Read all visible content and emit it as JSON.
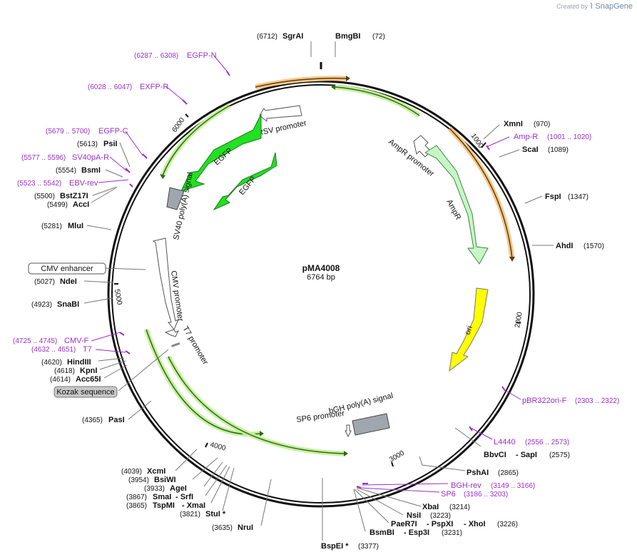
{
  "branding": {
    "created_by": "Created by",
    "product": "SnapGene",
    "logo_icon": "snapgene-logo-icon"
  },
  "plasmid": {
    "name": "pMA4008",
    "length_label": "6764 bp"
  },
  "ticks": [
    "1000",
    "2000",
    "3000",
    "4000",
    "5000",
    "6000"
  ],
  "enzymes": [
    {
      "pos": "(6712)",
      "name": "SgrAI"
    },
    {
      "pos": "(72)",
      "name": "BmgBI"
    },
    {
      "pos": "(970)",
      "name": "XmnI"
    },
    {
      "pos": "(1089)",
      "name": "ScaI"
    },
    {
      "pos": "(1347)",
      "name": "FspI"
    },
    {
      "pos": "(1570)",
      "name": "AhdI"
    },
    {
      "pos": "(2575)",
      "name": "BbvCI"
    },
    {
      "pos": "(2865)",
      "name": "PshAI"
    },
    {
      "pos": "(3214)",
      "name": "XbaI"
    },
    {
      "pos": "(3223)",
      "name": "NsiI"
    },
    {
      "pos": "(3226)",
      "name": "PaeR7I"
    },
    {
      "pos": "(3231)",
      "name": "BsmBI"
    },
    {
      "pos": "(3377)",
      "name": "BspEI *"
    },
    {
      "pos": "(3635)",
      "name": "NruI"
    },
    {
      "pos": "(3821)",
      "name": "StuI *"
    },
    {
      "pos": "(3865)",
      "name": "TspMI"
    },
    {
      "pos": "(3867)",
      "name": "SmaI"
    },
    {
      "pos": "(3933)",
      "name": "AgeI"
    },
    {
      "pos": "(3954)",
      "name": "BsiWI"
    },
    {
      "pos": "(4039)",
      "name": "XcmI"
    },
    {
      "pos": "(4365)",
      "name": "PasI"
    },
    {
      "pos": "(4614)",
      "name": "Acc65I"
    },
    {
      "pos": "(4618)",
      "name": "KpnI"
    },
    {
      "pos": "(4620)",
      "name": "HindIII"
    },
    {
      "pos": "(4923)",
      "name": "SnaBI"
    },
    {
      "pos": "(5027)",
      "name": "NdeI"
    },
    {
      "pos": "(5281)",
      "name": "MluI"
    },
    {
      "pos": "(5499)",
      "name": "AccI"
    },
    {
      "pos": "(5500)",
      "name": "BstZ17I"
    },
    {
      "pos": "(5554)",
      "name": "BsmI"
    },
    {
      "pos": "(5613)",
      "name": "PsiI"
    }
  ],
  "enzyme_extras": [
    {
      "name": "- SapI"
    },
    {
      "name": "- PspXI"
    },
    {
      "name": "- XhoI"
    },
    {
      "name": "- Esp3I"
    },
    {
      "name": "- XmaI"
    },
    {
      "name": "- SrfI"
    }
  ],
  "primers": [
    {
      "range": "(6287 .. 6308)",
      "name": "EGFP-N"
    },
    {
      "range": "(6028 .. 6047)",
      "name": "EXFP-R"
    },
    {
      "range": "(5679 .. 5700)",
      "name": "EGFP-C"
    },
    {
      "range": "(5577 .. 5596)",
      "name": "SV40pA-R"
    },
    {
      "range": "(5523 .. 5542)",
      "name": "EBV-rev"
    },
    {
      "range": "(4725 .. 4745)",
      "name": "CMV-F"
    },
    {
      "range": "(4632 .. 4651)",
      "name": "T7"
    },
    {
      "range": "(1001 .. 1020)",
      "name": "Amp-R"
    },
    {
      "range": "(2303 .. 2322)",
      "name": "pBR322ori-F"
    },
    {
      "range": "(2556 .. 2573)",
      "name": "L4440"
    },
    {
      "range": "(3149 .. 3166)",
      "name": "BGH-rev"
    },
    {
      "range": "(3186 .. 3203)",
      "name": "SP6"
    }
  ],
  "features": [
    {
      "name": "RSV promoter"
    },
    {
      "name": "EGFP"
    },
    {
      "name": "EGFP"
    },
    {
      "name": "SV40 poly(A) signal"
    },
    {
      "name": "AmpR promoter"
    },
    {
      "name": "AmpR"
    },
    {
      "name": "ori"
    },
    {
      "name": "bGH poly(A) signal"
    },
    {
      "name": "SP6 promoter"
    },
    {
      "name": "CMV promoter"
    },
    {
      "name": "T7 promoter"
    }
  ],
  "badges": [
    {
      "name": "CMV enhancer"
    },
    {
      "name": "Kozak sequence"
    }
  ],
  "colors": {
    "backbone": "#111111",
    "primer": "#9b2fc9",
    "egfp": "#22e022",
    "ampr": "#c8f5c8",
    "ori": "#ffff00",
    "polyA": "#a0a6ad",
    "orf_orange": "#f0a030",
    "orf_green": "#9ae05a"
  }
}
